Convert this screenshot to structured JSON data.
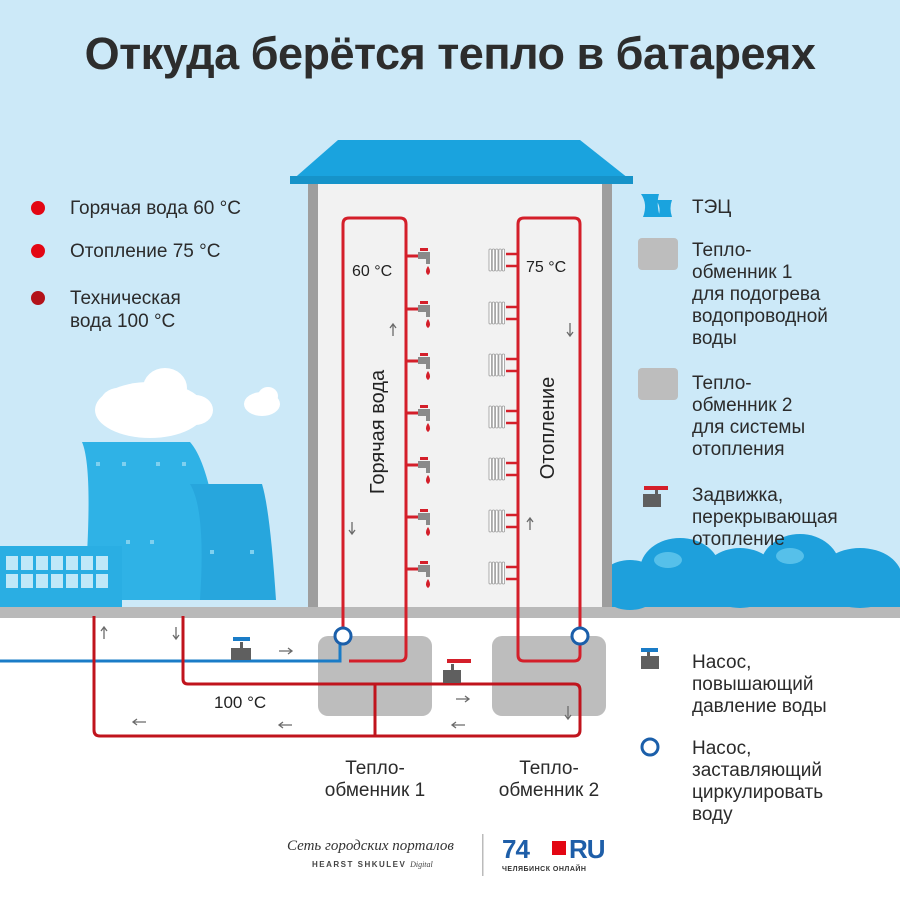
{
  "title": "Откуда берётся тепло в батареях",
  "legend_left": [
    {
      "label": "Горячая вода 60 °C",
      "color": "#e30613"
    },
    {
      "label": "Отопление 75 °C",
      "color": "#e30613"
    },
    {
      "label_line1": "Техническая",
      "label_line2": "вода 100 °C",
      "color": "#b3121a"
    }
  ],
  "legend_right": {
    "tec": "ТЭЦ",
    "hx1": [
      "Тепло-",
      "обменник 1",
      "для подогрева",
      "водопроводной",
      "воды"
    ],
    "hx2": [
      "Тепло-",
      "обменник 2",
      "для системы",
      "отопления"
    ],
    "valve": [
      "Задвижка,",
      "перекрывающая",
      "отопление"
    ],
    "booster_pump": [
      "Насос,",
      "повышающий",
      "давление воды"
    ],
    "circ_pump": [
      "Насос,",
      "заставляющий",
      "циркулировать",
      "воду"
    ]
  },
  "building": {
    "hot_water_temp": "60 °C",
    "heating_temp": "75 °C",
    "hot_water_label": "Горячая вода",
    "heating_label": "Отопление"
  },
  "underground": {
    "tech_temp": "100 °C",
    "hx1_label": [
      "Тепло-",
      "обменник 1"
    ],
    "hx2_label": [
      "Тепло-",
      "обменник 2"
    ]
  },
  "footer": {
    "brand_main": "Сеть городских порталов",
    "brand_sub": "HEARST SHKULEV",
    "brand_sub_italic": "Digital",
    "logo_digits": "74",
    "logo_ru": "RU",
    "logo_sub": "ЧЕЛЯБИНСК ОНЛАЙН"
  },
  "colors": {
    "sky": "#cce9f8",
    "ground": "#e8e8e8",
    "building": "#f2f2f2",
    "building_wall": "#9e9e9e",
    "roof": "#1aa3de",
    "pipe_red": "#d41f2a",
    "tech_red": "#c0141d",
    "cold_blue": "#1a7cc7",
    "hx_gray": "#bdbdbd",
    "plant_blue": "#2fb2e6",
    "bush_blue": "#1ea0dc"
  }
}
